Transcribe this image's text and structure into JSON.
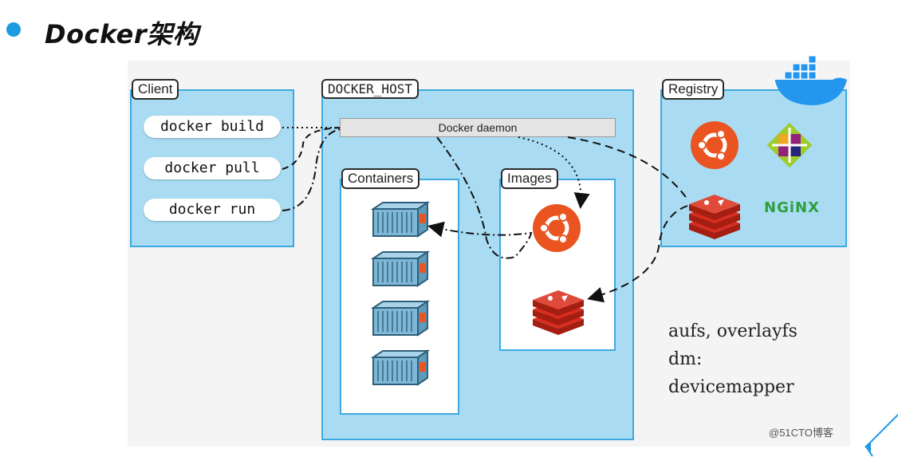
{
  "slide": {
    "title": "Docker架构"
  },
  "client": {
    "label": "Client",
    "commands": [
      "docker build",
      "docker pull",
      "docker run"
    ]
  },
  "docker_host": {
    "label": "DOCKER_HOST",
    "daemon": "Docker daemon",
    "containers_label": "Containers",
    "images_label": "Images"
  },
  "registry": {
    "label": "Registry",
    "nginx_logo_text": "NGiNX"
  },
  "storage_drivers": [
    "aufs, overlayfs",
    "dm:",
    "devicemapper"
  ],
  "watermark": "@51CTO博客",
  "colors": {
    "box_fill": "#a9dcf3",
    "box_border": "#3da9e0",
    "ubuntu": "#e95420",
    "redis": "#d82c20",
    "container": "#7fb8d6",
    "title_dot": "#1e9be0"
  },
  "icons": [
    "docker-whale-icon",
    "ubuntu-icon",
    "centos-icon",
    "redis-icon",
    "nginx-icon",
    "container-icon"
  ]
}
